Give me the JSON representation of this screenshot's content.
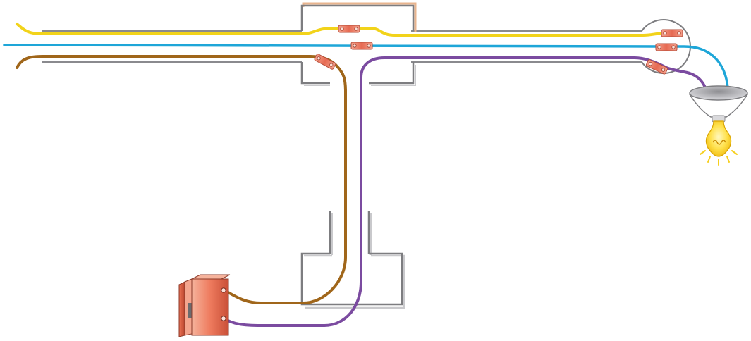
{
  "diagram": {
    "kind": "light switch wiring",
    "components": [
      "junction-box",
      "ceiling-box",
      "switch-box",
      "light-switch",
      "light-fixture",
      "light-bulb",
      "wire-connectors"
    ],
    "wires": [
      {
        "id": "yellow",
        "color": "#f2d31a"
      },
      {
        "id": "blue",
        "color": "#1ea6d8"
      },
      {
        "id": "brown",
        "color": "#a0661a"
      },
      {
        "id": "purple",
        "color": "#7b4ba0"
      }
    ],
    "colors": {
      "box_outline": "#7d7d80",
      "box_shadow": "#c9c9cc",
      "connector": "#e8735a",
      "switch_body": "#f08a6e",
      "bulb": "#ffe14d"
    }
  }
}
